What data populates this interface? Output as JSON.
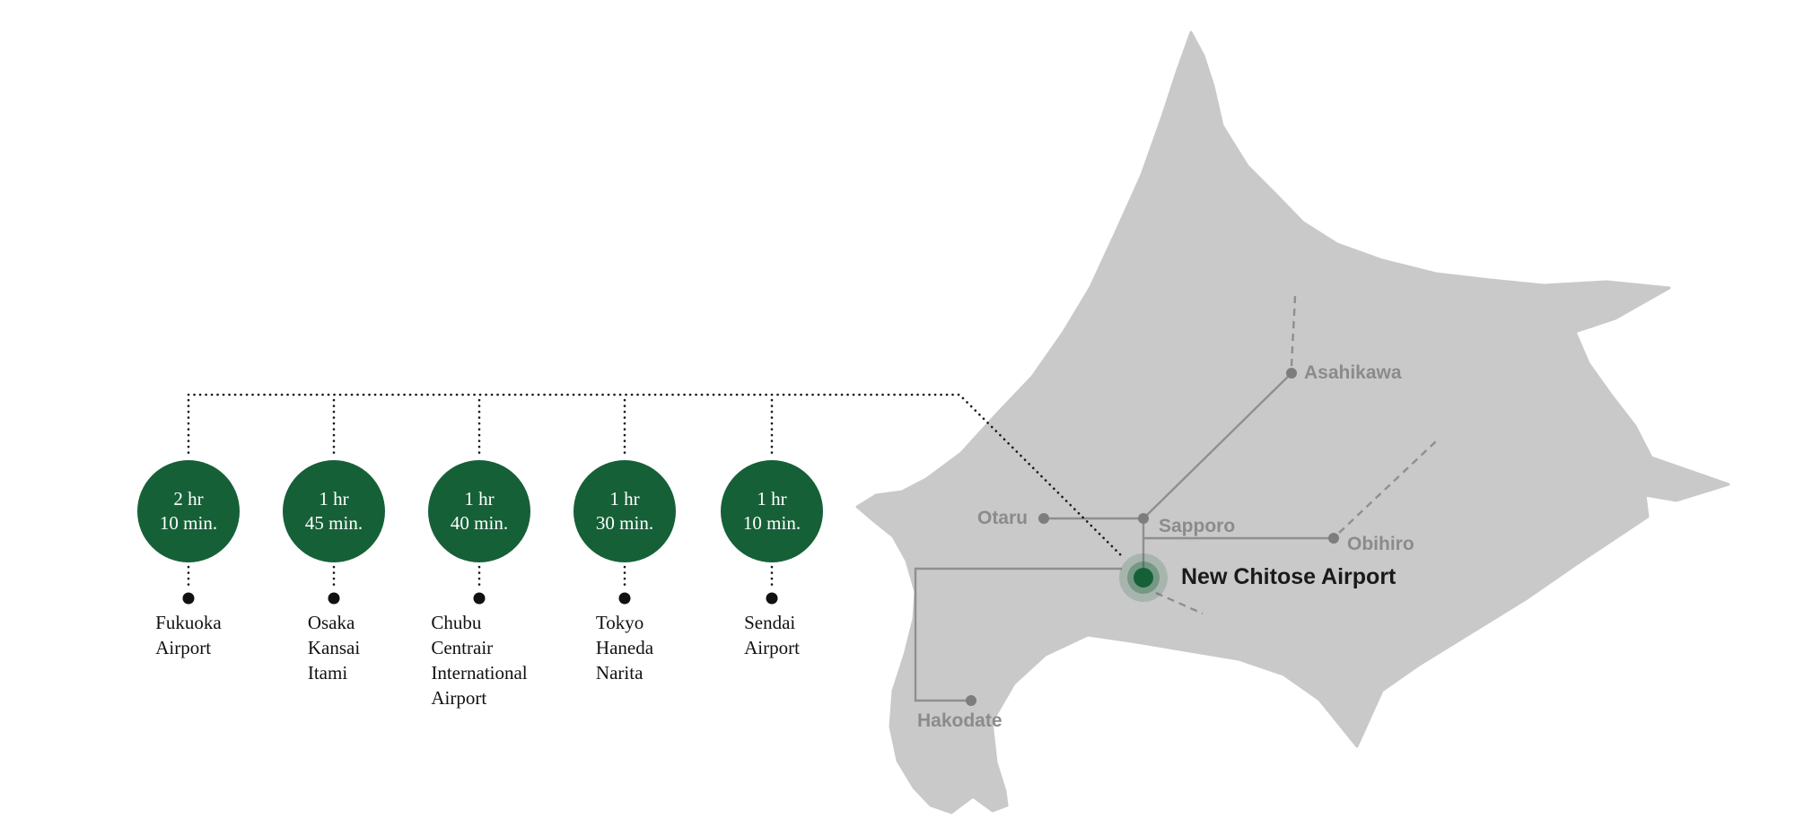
{
  "figure": {
    "description_colors": {
      "circle_green": "#166038",
      "map_gray": "#c9c9c9",
      "route_gray": "#8f8f8f",
      "city_label_gray": "#8b8b8b",
      "dark_text": "#1a1a1a"
    }
  },
  "flights": [
    {
      "time1": "2 hr",
      "time2": "10 min.",
      "lines": [
        "Fukuoka",
        "Airport"
      ]
    },
    {
      "time1": "1 hr",
      "time2": "45 min.",
      "lines": [
        "Osaka",
        "Kansai",
        "Itami"
      ]
    },
    {
      "time1": "1 hr",
      "time2": "40 min.",
      "lines": [
        "Chubu",
        "Centrair",
        "International",
        "Airport"
      ]
    },
    {
      "time1": "1 hr",
      "time2": "30 min.",
      "lines": [
        "Tokyo",
        "Haneda",
        "Narita"
      ]
    },
    {
      "time1": "1 hr",
      "time2": "10 min.",
      "lines": [
        "Sendai",
        "Airport"
      ]
    }
  ],
  "cities": {
    "otaru": "Otaru",
    "sapporo": "Sapporo",
    "asahikawa": "Asahikawa",
    "obihiro": "Obihiro",
    "hakodate": "Hakodate"
  },
  "new_chitose": {
    "label": "New Chitose Airport"
  }
}
